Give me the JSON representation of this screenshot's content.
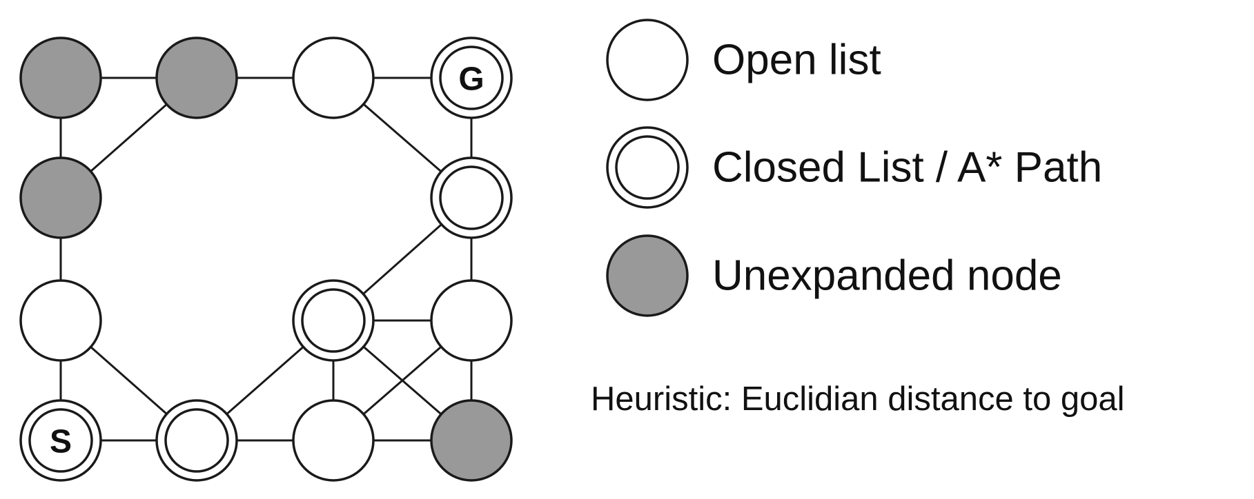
{
  "colors": {
    "open": "#ffffff",
    "closed": "#ffffff",
    "unexpanded": "#999999",
    "stroke": "#1a1a1a"
  },
  "graph": {
    "nodes": [
      {
        "id": "r0c0",
        "row": 0,
        "col": 0,
        "state": "unexpanded",
        "label": ""
      },
      {
        "id": "r0c1",
        "row": 0,
        "col": 1,
        "state": "unexpanded",
        "label": ""
      },
      {
        "id": "r0c2",
        "row": 0,
        "col": 2,
        "state": "open",
        "label": ""
      },
      {
        "id": "r0c3",
        "row": 0,
        "col": 3,
        "state": "closed",
        "label": "G"
      },
      {
        "id": "r1c0",
        "row": 1,
        "col": 0,
        "state": "unexpanded",
        "label": ""
      },
      {
        "id": "r1c3",
        "row": 1,
        "col": 3,
        "state": "closed",
        "label": ""
      },
      {
        "id": "r2c0",
        "row": 2,
        "col": 0,
        "state": "open",
        "label": ""
      },
      {
        "id": "r2c2",
        "row": 2,
        "col": 2,
        "state": "closed",
        "label": ""
      },
      {
        "id": "r2c3",
        "row": 2,
        "col": 3,
        "state": "open",
        "label": ""
      },
      {
        "id": "r3c0",
        "row": 3,
        "col": 0,
        "state": "closed",
        "label": "S"
      },
      {
        "id": "r3c1",
        "row": 3,
        "col": 1,
        "state": "closed",
        "label": ""
      },
      {
        "id": "r3c2",
        "row": 3,
        "col": 2,
        "state": "open",
        "label": ""
      },
      {
        "id": "r3c3",
        "row": 3,
        "col": 3,
        "state": "unexpanded",
        "label": ""
      }
    ],
    "edges": [
      [
        "r0c0",
        "r0c1"
      ],
      [
        "r0c1",
        "r0c2"
      ],
      [
        "r0c2",
        "r0c3"
      ],
      [
        "r0c0",
        "r1c0"
      ],
      [
        "r0c1",
        "r1c0"
      ],
      [
        "r0c2",
        "r1c3"
      ],
      [
        "r0c3",
        "r1c3"
      ],
      [
        "r1c0",
        "r2c0"
      ],
      [
        "r1c3",
        "r2c2"
      ],
      [
        "r1c3",
        "r2c3"
      ],
      [
        "r2c2",
        "r2c3"
      ],
      [
        "r2c0",
        "r3c0"
      ],
      [
        "r2c0",
        "r3c1"
      ],
      [
        "r2c2",
        "r3c1"
      ],
      [
        "r2c2",
        "r3c2"
      ],
      [
        "r2c2",
        "r3c3"
      ],
      [
        "r2c3",
        "r3c2"
      ],
      [
        "r2c3",
        "r3c3"
      ],
      [
        "r3c0",
        "r3c1"
      ],
      [
        "r3c1",
        "r3c2"
      ],
      [
        "r3c2",
        "r3c3"
      ]
    ]
  },
  "legend": {
    "items": [
      {
        "state": "open",
        "label": "Open list"
      },
      {
        "state": "closed",
        "label": "Closed List / A* Path"
      },
      {
        "state": "unexpanded",
        "label": "Unexpanded node"
      }
    ]
  },
  "note": "Heuristic: Euclidian distance to goal"
}
